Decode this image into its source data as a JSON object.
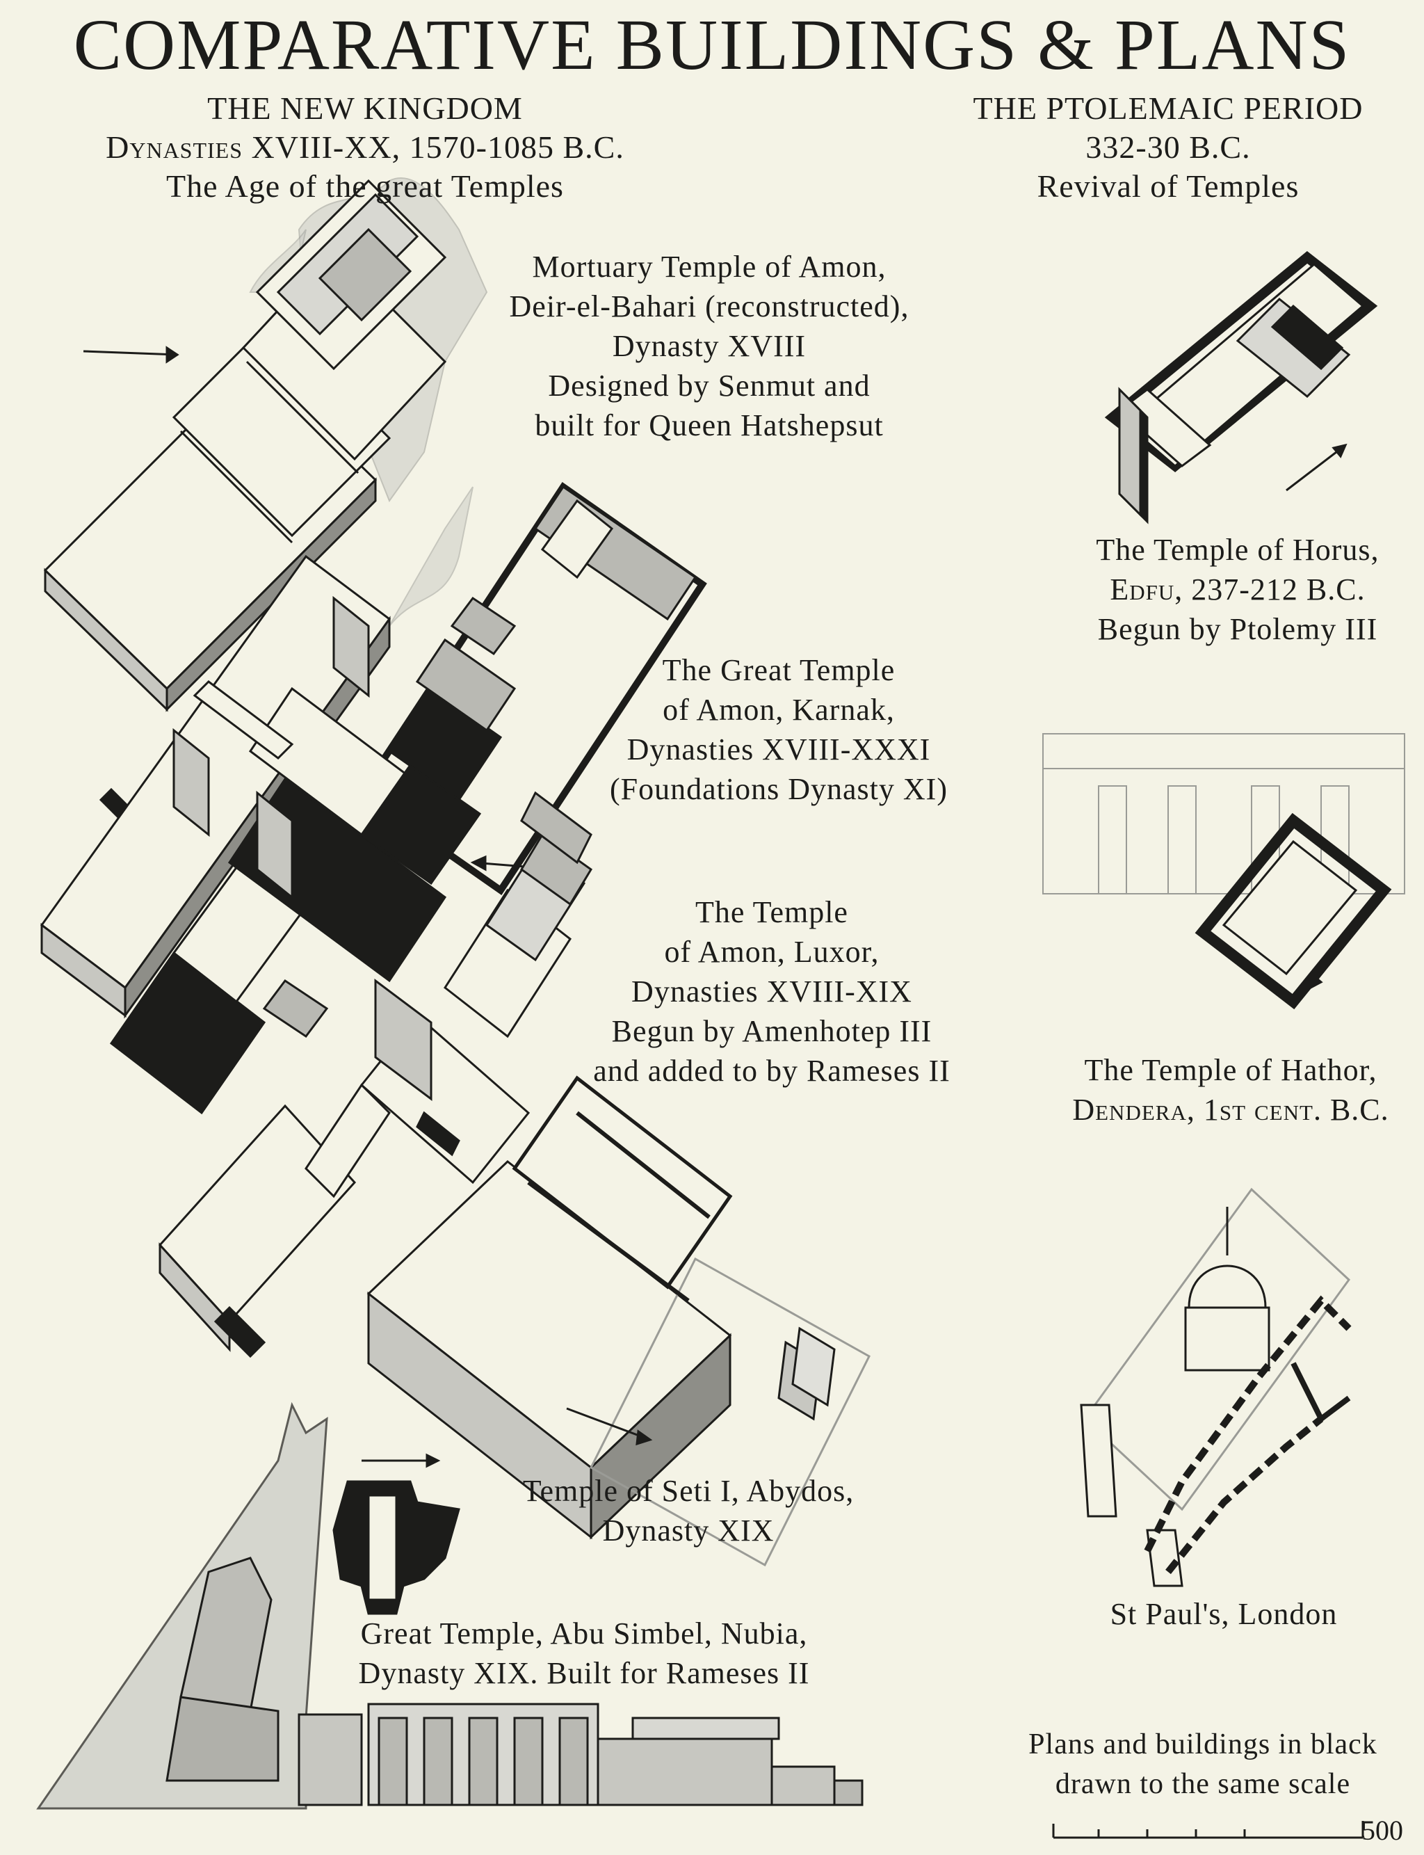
{
  "title": "COMPARATIVE BUILDINGS & PLANS",
  "left_header": {
    "period": "THE NEW KINGDOM",
    "dates": "Dynasties XVIII-XX, 1570-1085 B.C.",
    "theme": "The Age of the great Temples"
  },
  "right_header": {
    "period": "THE PTOLEMAIC PERIOD",
    "dates": "332-30 B.C.",
    "theme": "Revival of Temples"
  },
  "captions": {
    "deir_el_bahari": [
      "Mortuary Temple of Amon,",
      "Deir-el-Bahari (reconstructed),",
      "Dynasty XVIII",
      "Designed by Senmut and",
      "built for Queen Hatshepsut"
    ],
    "karnak": [
      "The Great Temple",
      "of Amon, Karnak,",
      "Dynasties XVIII-XXXI",
      "(Foundations Dynasty XI)"
    ],
    "luxor": [
      "The Temple",
      "of Amon, Luxor,",
      "Dynasties XVIII-XIX",
      "Begun by Amenhotep III",
      "and added to by Rameses II"
    ],
    "abydos": [
      "Temple of Seti I, Abydos,",
      "Dynasty XIX"
    ],
    "abu_simbel": [
      "Great Temple, Abu Simbel, Nubia,",
      "Dynasty XIX. Built for Rameses II"
    ],
    "edfu": [
      "The Temple of Horus,",
      "Edfu, 237-212 B.C.",
      "Begun by Ptolemy III"
    ],
    "dendera": [
      "The Temple of Hathor,",
      "Dendera, 1st cent. B.C."
    ],
    "st_pauls": [
      "St Paul's, London"
    ],
    "scale_note": [
      "Plans and buildings in black",
      "drawn to the same scale"
    ]
  },
  "scale_bar": {
    "label": "500"
  },
  "colors": {
    "paper": "#f4f3e6",
    "ink": "#1c1c1a",
    "wall_grey": "#b9b9b3"
  }
}
